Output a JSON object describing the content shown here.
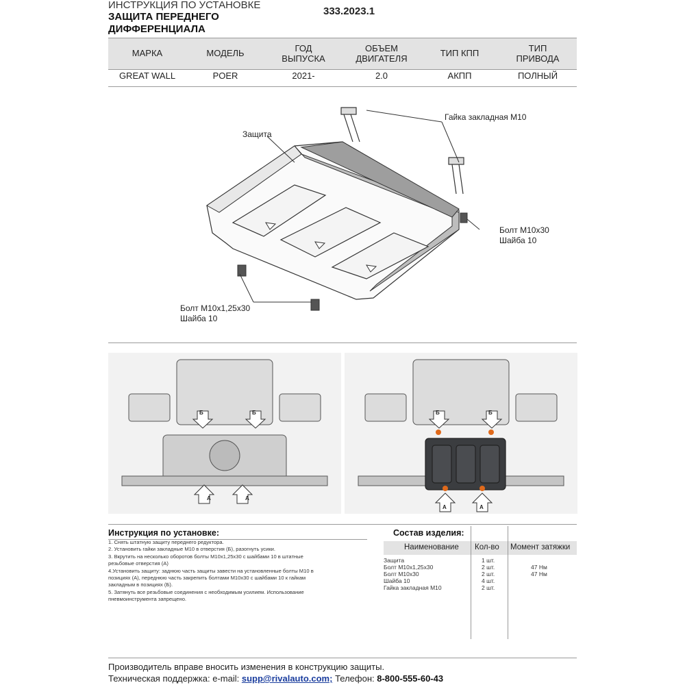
{
  "header": {
    "line1": "ИНСТРУКЦИЯ ПО УСТАНОВКЕ",
    "line2": "ЗАЩИТА ПЕРЕДНЕГО",
    "line3": "ДИФФЕРЕНЦИАЛА",
    "code": "333.2023.1"
  },
  "spec_table": {
    "headers": [
      "МАРКА",
      "МОДЕЛЬ",
      "ГОД\nВЫПУСКА",
      "ОБЪЕМ\nДВИГАТЕЛЯ",
      "ТИП КПП",
      "ТИП\nПРИВОДА"
    ],
    "values": [
      "GREAT WALL",
      "POER",
      "2021-",
      "2.0",
      "АКПП",
      "ПОЛНЫЙ"
    ]
  },
  "diagram": {
    "label_guard": "Защита",
    "label_nut": "Гайка закладная М10",
    "label_bolt30_1": "Болт М10х30",
    "label_bolt30_2": "Шайба 10",
    "label_bolt125_1": "Болт М10х1,25х30",
    "label_bolt125_2": "Шайба 10"
  },
  "photos": {
    "marker_b": "Б",
    "marker_a": "А"
  },
  "instructions": {
    "title": "Инструкция по установке:",
    "lines": [
      "1. Снять штатную защиту переднего редуктора.",
      "2. Установить гайки закладные М10 в отверстия (Б), разогнуть усики.",
      "3. Вкрутить на несколько оборотов болты М10х1,25х30 с шайбами 10 в штатные",
      "резьбовые отверстия (А)",
      "4.Установить защиту: заднюю часть защиты завести на установленные болты М10 в",
      "позициях (А), переднюю часть закрепить болтами М10х30 с шайбами 10 к гайкам",
      "закладным в позициях (Б).",
      "5. Затянуть все резьбовые соединения с необходимым усилием. Использование",
      "пневмоинструмента запрещено."
    ]
  },
  "composition": {
    "title": "Состав изделия:",
    "col_name": "Наименование",
    "col_qty": "Кол-во",
    "col_torque": "Момент затяжки",
    "rows": [
      {
        "name": "Защита",
        "qty": "1 шт.",
        "torque": ""
      },
      {
        "name": "Болт М10х1,25х30",
        "qty": "2 шт.",
        "torque": "47 Нм"
      },
      {
        "name": "Болт М10х30",
        "qty": "2 шт.",
        "torque": "47 Нм"
      },
      {
        "name": "Шайба 10",
        "qty": "4 шт.",
        "torque": ""
      },
      {
        "name": "Гайка закладная М10",
        "qty": "2 шт.",
        "torque": ""
      }
    ]
  },
  "footer": {
    "line1": "Производитель вправе вносить изменения в конструкцию защиты.",
    "support_label": "Техническая поддержка:",
    "email_label": "e-mail:",
    "email": "supp@rivalauto.com;",
    "phone_label": "Телефон:",
    "phone": "8-800-555-60-43"
  },
  "colors": {
    "header_fill": "#e3e3e3",
    "marker_orange": "#e06a1b",
    "link_blue": "#1a3d9e"
  }
}
